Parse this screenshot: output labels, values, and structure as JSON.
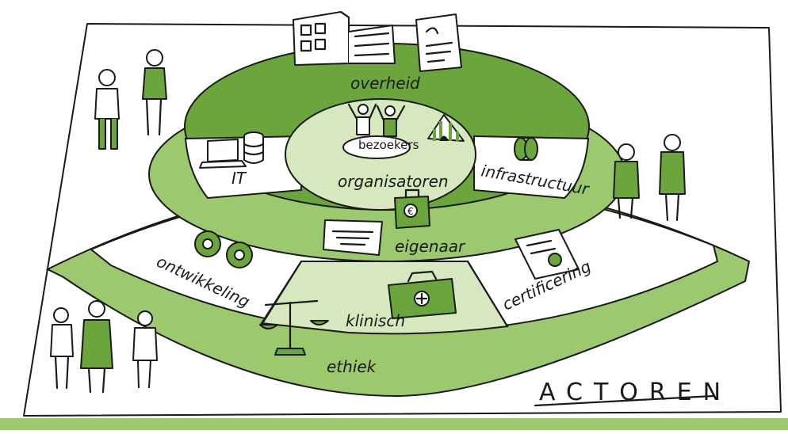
{
  "title": "ACTOREN",
  "rings": {
    "outer_label": "overheid",
    "inner_top_label": "organisatoren",
    "center_label": "bezoekers",
    "left_segment": "IT",
    "right_segment": "infrastructuur",
    "middle_ring_label": "eigenaar"
  },
  "lower_band": {
    "left": "ontwikkeling",
    "middle": "klinisch",
    "right": "certificering",
    "bottom": "ethiek"
  },
  "colors": {
    "green_dark": "#6aa63b",
    "green_mid": "#9cc86e",
    "green_light": "#d7e8bf",
    "ink": "#1a1a1a",
    "paper": "#ffffff"
  },
  "icons": [
    "building-icon",
    "document-icon",
    "people-cheering-icon",
    "tent-icon",
    "laptop-icon",
    "server-icon",
    "cable-reel-icon",
    "money-case-icon",
    "floorplan-icon",
    "gear-icon",
    "scales-icon",
    "medical-kit-icon",
    "certificate-icon"
  ]
}
